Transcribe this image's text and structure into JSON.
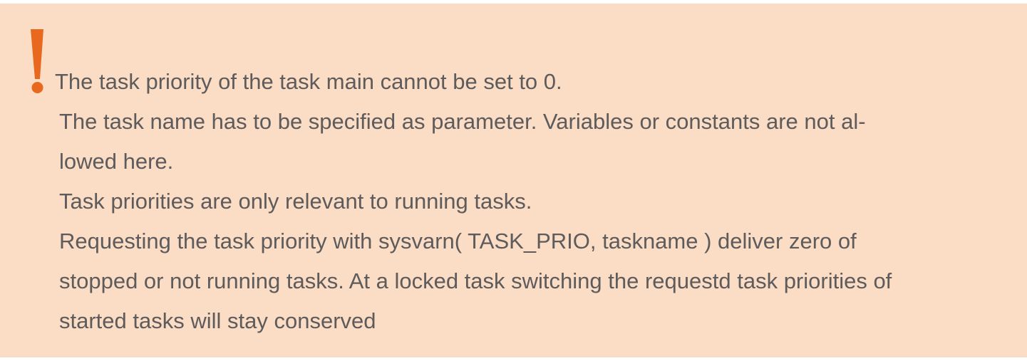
{
  "note": {
    "icon": "exclamation-icon",
    "accent_color": "#e8691e",
    "background_color": "#fbdcc4",
    "text_color": "#5d5b5c",
    "lines": [
      "The task priority of the task main cannot be set to 0.",
      "The task name has to be specified as parameter. Variables or constants are not al-",
      "lowed here.",
      "Task priorities are only relevant to running tasks.",
      "Requesting the task priority with sysvarn( TASK_PRIO, taskname ) deliver zero of",
      "stopped or not running tasks. At a locked task switching the requestd task priorities of",
      "started tasks will stay conserved"
    ]
  }
}
